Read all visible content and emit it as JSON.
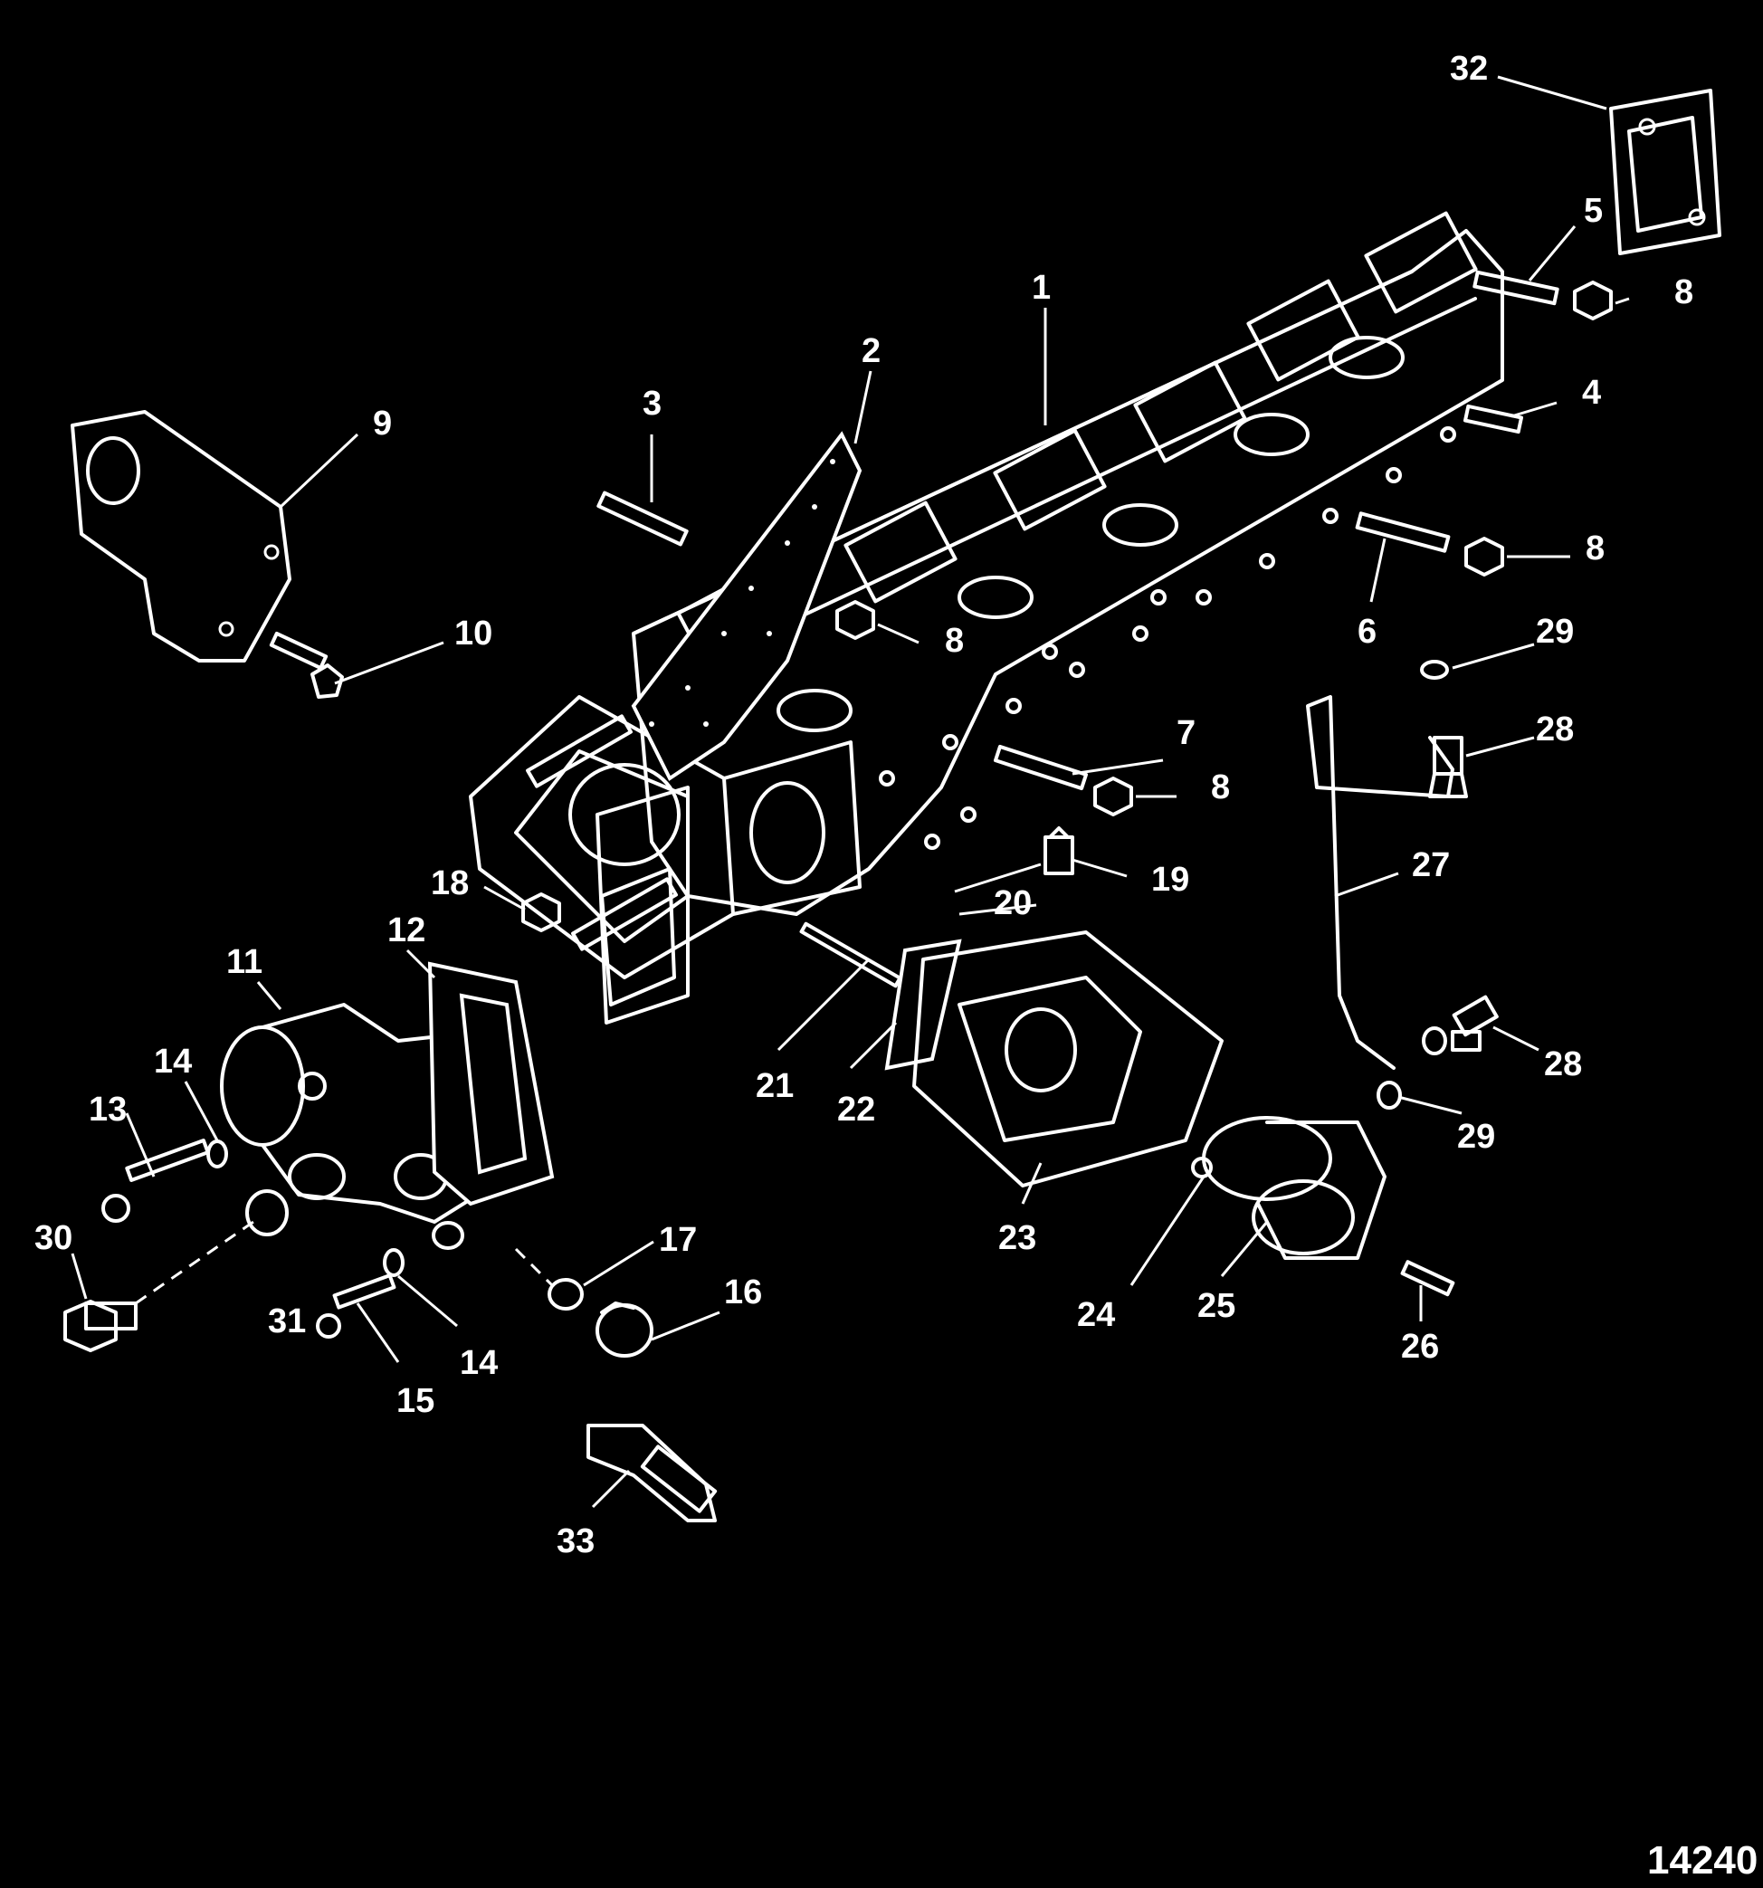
{
  "figure_number": "14240",
  "callouts": [
    "1",
    "2",
    "3",
    "4",
    "5",
    "6",
    "7",
    "8",
    "9",
    "10",
    "11",
    "12",
    "13",
    "14",
    "15",
    "16",
    "17",
    "18",
    "19",
    "20",
    "21",
    "22",
    "23",
    "24",
    "25",
    "26",
    "27",
    "28",
    "29",
    "30",
    "31",
    "32",
    "33"
  ],
  "label_instances": [
    {
      "n": "1"
    },
    {
      "n": "2"
    },
    {
      "n": "3"
    },
    {
      "n": "4"
    },
    {
      "n": "5"
    },
    {
      "n": "6"
    },
    {
      "n": "7"
    },
    {
      "n": "8"
    },
    {
      "n": "8"
    },
    {
      "n": "8"
    },
    {
      "n": "8"
    },
    {
      "n": "9"
    },
    {
      "n": "10"
    },
    {
      "n": "11"
    },
    {
      "n": "12"
    },
    {
      "n": "13"
    },
    {
      "n": "14"
    },
    {
      "n": "14"
    },
    {
      "n": "15"
    },
    {
      "n": "16"
    },
    {
      "n": "17"
    },
    {
      "n": "18"
    },
    {
      "n": "19"
    },
    {
      "n": "20"
    },
    {
      "n": "21"
    },
    {
      "n": "22"
    },
    {
      "n": "23"
    },
    {
      "n": "24"
    },
    {
      "n": "25"
    },
    {
      "n": "26"
    },
    {
      "n": "27"
    },
    {
      "n": "28"
    },
    {
      "n": "28"
    },
    {
      "n": "29"
    },
    {
      "n": "29"
    },
    {
      "n": "30"
    },
    {
      "n": "31"
    },
    {
      "n": "32"
    },
    {
      "n": "33"
    }
  ],
  "colors": {
    "background": "#000000",
    "line": "#ffffff"
  }
}
